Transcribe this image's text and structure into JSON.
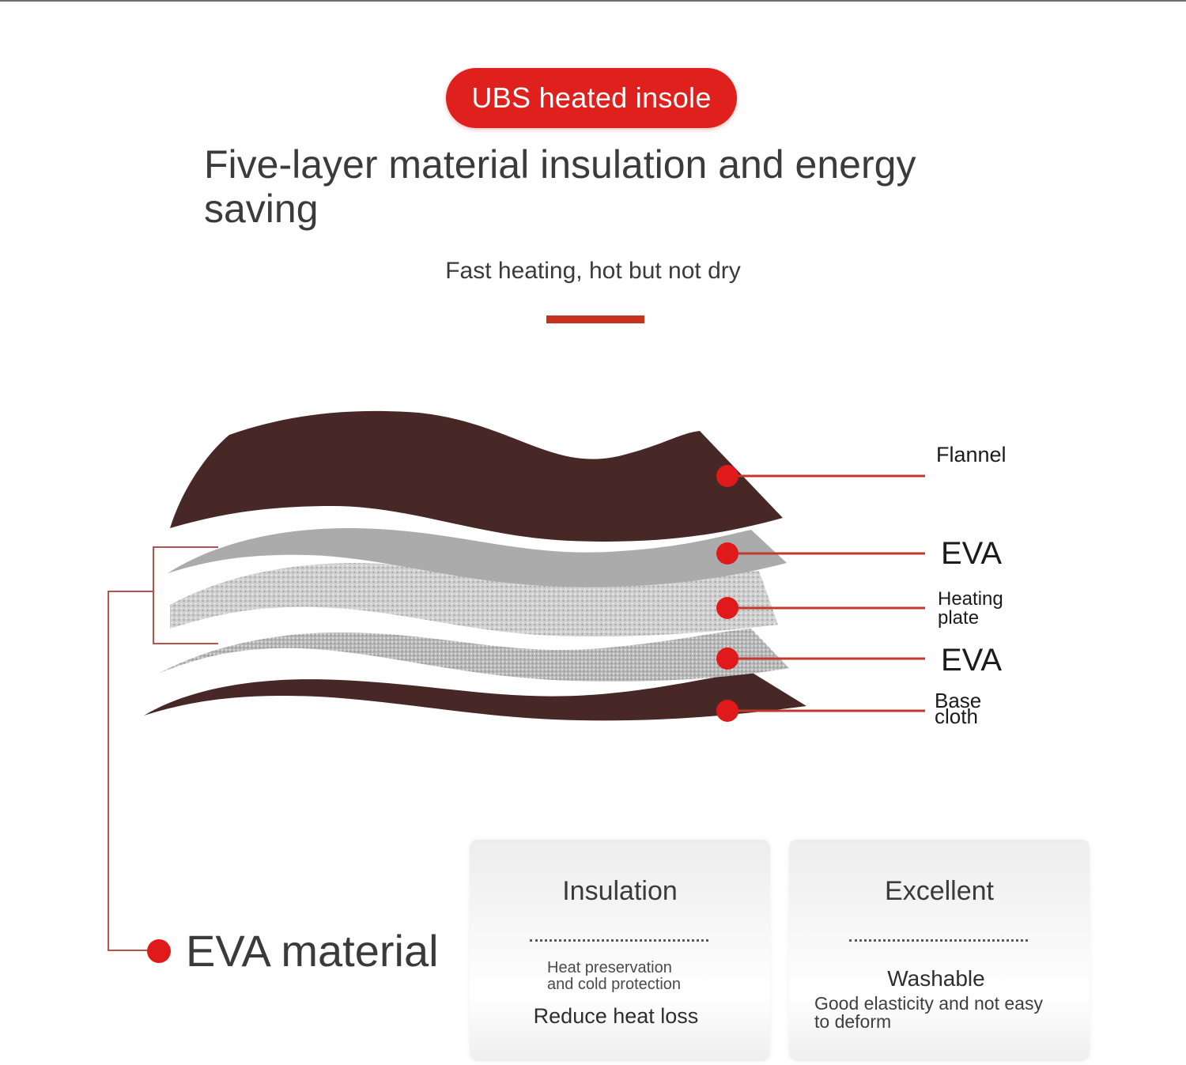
{
  "badge": "UBS heated insole",
  "title": "Five-layer material insulation and energy saving",
  "subtitle": "Fast heating, hot but not dry",
  "layers": [
    {
      "label": "Flannel"
    },
    {
      "label": "EVA"
    },
    {
      "label_line1": "Heating",
      "label_line2": "plate"
    },
    {
      "label": "EVA"
    },
    {
      "label_line1": "Base",
      "label_line2": "cloth"
    }
  ],
  "material_label": "EVA material",
  "cards": [
    {
      "heading": "Insulation",
      "small_line1": "Heat preservation",
      "small_line2": "and cold protection",
      "main": "Reduce heat loss"
    },
    {
      "heading": "Excellent",
      "main": "Washable",
      "small_line1": "Good elasticity and not easy",
      "small_line2": "to deform"
    }
  ],
  "colors": {
    "accent": "#e0201c",
    "layer_dark": "#4a2b27",
    "layer_gray": "#a8a8a8",
    "leader_line": "#c0392b"
  }
}
